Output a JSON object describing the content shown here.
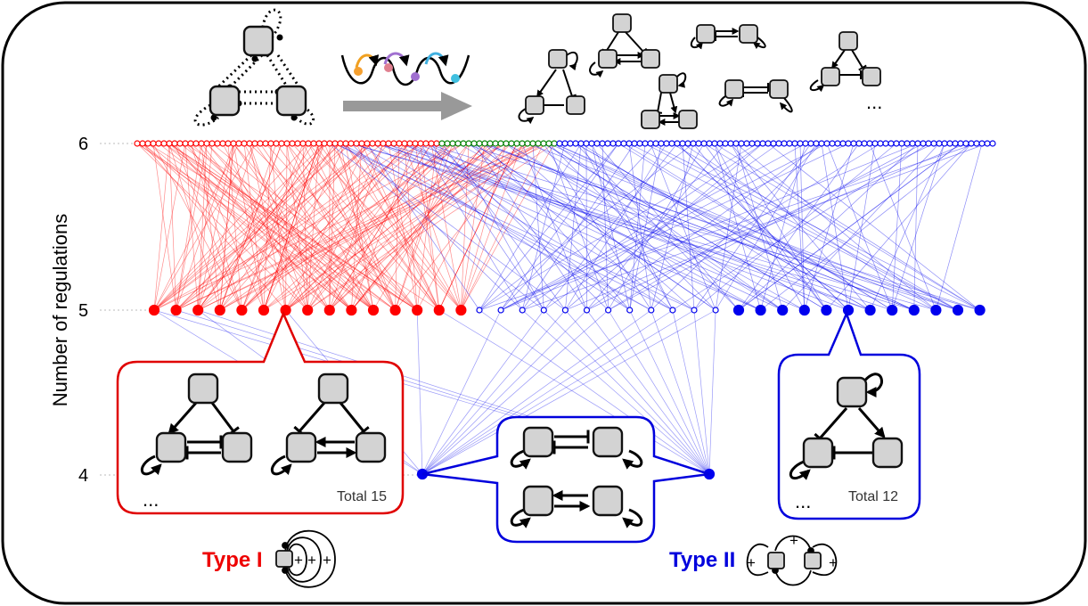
{
  "axis": {
    "title": "Number of regulations",
    "ticks": [
      {
        "value": 6,
        "label": "6"
      },
      {
        "value": 5,
        "label": "5"
      },
      {
        "value": 4,
        "label": "4"
      }
    ]
  },
  "colors": {
    "type_one": "#ff0000",
    "type_two": "#0000ee",
    "shared": "#008000",
    "node_fill": "#d3d3d3"
  },
  "levels": {
    "level_six": {
      "red_count": 57,
      "green_count": 22,
      "blue_count": 82
    },
    "level_five": {
      "type_one_count": 15,
      "mixed_count": 12,
      "type_two_count": 12
    },
    "level_four": {
      "count": 2
    }
  },
  "callouts": {
    "type_one_total": "Total 15",
    "type_two_total": "Total 12",
    "ellipsis": "...",
    "more": "..."
  },
  "types": {
    "type_one_label": "Type I",
    "type_two_label": "Type II",
    "plus": "+"
  },
  "header": {
    "arrow_icon": "right-arrow-icon",
    "landscape_icon": "energy-landscape-icon"
  }
}
